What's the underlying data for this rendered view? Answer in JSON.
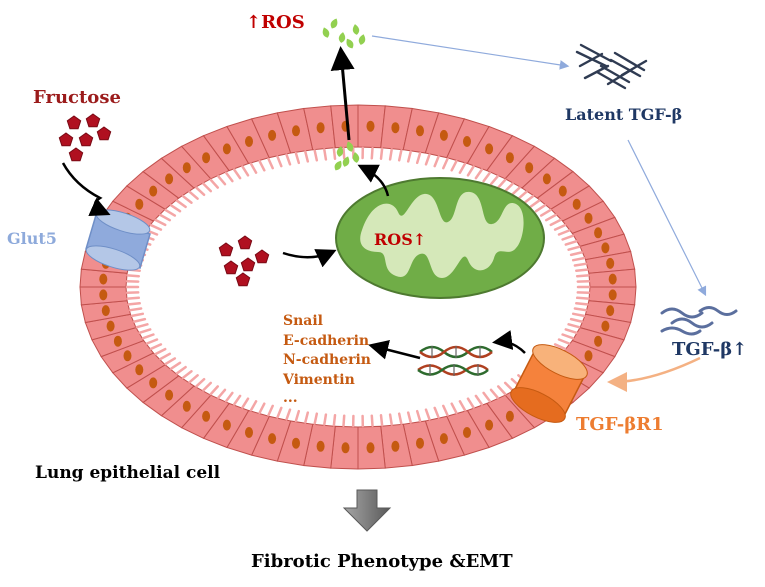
{
  "labels": {
    "ros_top": "↑ROS",
    "fructose": "Fructose",
    "glut5": "Glut5",
    "latent_tgf": "Latent TGF-β",
    "ros_mito": "ROS↑",
    "tgf_beta": "TGF-β↑",
    "tgf_receptor": "TGF-βR1",
    "lung_cell": "Lung epithelial cell",
    "outcome": "Fibrotic Phenotype &EMT"
  },
  "genes": [
    "Snail",
    "E-cadherin",
    "N-cadherin",
    "Vimentin",
    "..."
  ],
  "colors": {
    "cell": "#f08e8e",
    "cell_border": "#c0504d",
    "nucleus": "#c55a11",
    "cilia": "#f4a6a6",
    "mito": "#70ad47",
    "mito_inner": "#d5e8b9",
    "ros_particle": "#92d050",
    "glut5": "#8faadc",
    "receptor": "#f5823c",
    "fructose": "#b01020",
    "red_text": "#c00000",
    "blue_text": "#1f3864",
    "orange_text": "#c55a11",
    "glut5_text": "#8eaadb",
    "gray_arrow": "#7f7f7f"
  }
}
